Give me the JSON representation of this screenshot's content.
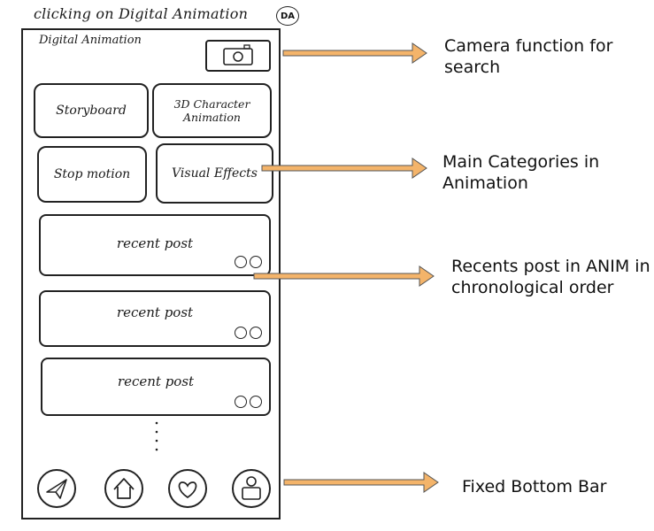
{
  "header": {
    "title": "clicking on Digital Animation",
    "badge": "DA"
  },
  "screen": {
    "title": "Digital Animation",
    "categories": [
      {
        "label": "Storyboard"
      },
      {
        "label": "3D Character Animation"
      },
      {
        "label": "Stop motion"
      },
      {
        "label": "Visual Effects"
      }
    ],
    "posts": [
      {
        "label": "recent post"
      },
      {
        "label": "recent post"
      },
      {
        "label": "recent post"
      }
    ],
    "more_indicator": "⋮",
    "bottom_bar": [
      "send-icon",
      "home-icon",
      "heart-icon",
      "profile-icon"
    ]
  },
  "annotations": {
    "camera": "Camera function for search",
    "categories": "Main Categories in Animation",
    "recents": "Recents post in ANIM in chronological order",
    "bottom_bar": "Fixed Bottom Bar"
  },
  "colors": {
    "arrow_fill": "#f4b46a",
    "arrow_stroke": "#555555",
    "sketch_ink": "#1a1a1a"
  }
}
